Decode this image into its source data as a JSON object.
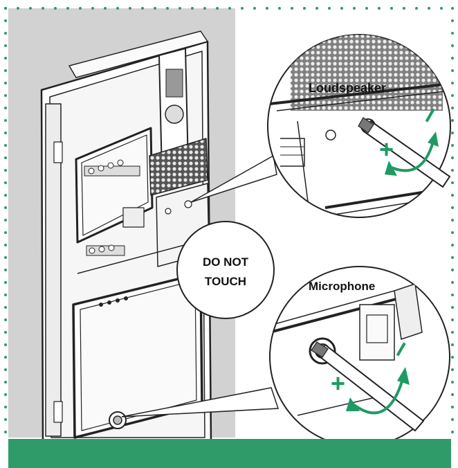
{
  "labels": {
    "loudspeaker": "Loudspeaker",
    "microphone": "Microphone",
    "do_not_touch_line1": "DO NOT",
    "do_not_touch_line2": "TOUCH"
  },
  "adjust_symbols": {
    "increase": "+",
    "decrease": "–"
  },
  "colors": {
    "accent_green": "#2f9a6a",
    "arrow_green": "#1f9a63",
    "panel_gray": "#d2d2d2",
    "footer_green": "#2e9b69"
  }
}
